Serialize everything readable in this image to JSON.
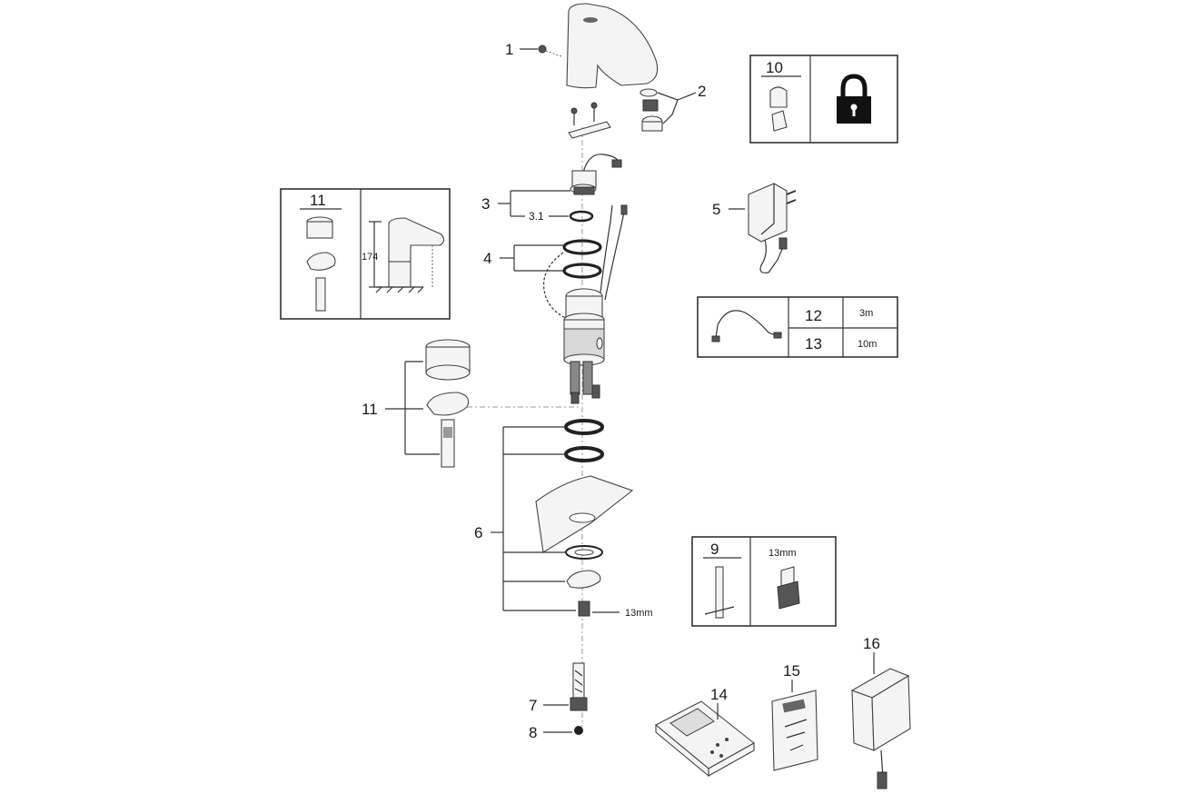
{
  "callouts": {
    "p1": "1",
    "p2": "2",
    "p3": "3",
    "p3_1": "3.1",
    "p4": "4",
    "p5": "5",
    "p6": "6",
    "p7": "7",
    "p8": "8",
    "p9": "9",
    "p10": "10",
    "p11_box": "11",
    "p11_side": "11",
    "p12": "12",
    "p13": "13",
    "p14": "14",
    "p15": "15",
    "p16": "16"
  },
  "dimensions": {
    "height_174": "174",
    "nut_13mm": "13mm",
    "tool_13mm": "13mm",
    "cable_3m": "3m",
    "cable_10m": "10m"
  },
  "icons": {
    "lock": "padlock-icon"
  }
}
